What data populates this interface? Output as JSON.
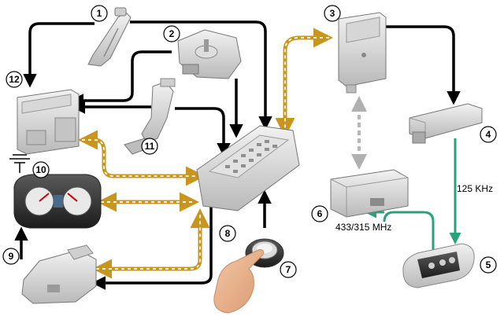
{
  "components": [
    {
      "id": "1",
      "name": "accelerator-pedal"
    },
    {
      "id": "2",
      "name": "actuator-motor"
    },
    {
      "id": "3",
      "name": "control-module-top-right"
    },
    {
      "id": "4",
      "name": "antenna-module"
    },
    {
      "id": "5",
      "name": "smart-key-fob"
    },
    {
      "id": "6",
      "name": "receiver-module"
    },
    {
      "id": "7",
      "name": "start-stop-button"
    },
    {
      "id": "8",
      "name": "central-junction-box"
    },
    {
      "id": "9",
      "name": "steering-column-lock"
    },
    {
      "id": "10",
      "name": "instrument-cluster"
    },
    {
      "id": "11",
      "name": "brake-pedal"
    },
    {
      "id": "12",
      "name": "engine-control-module"
    }
  ],
  "frequency_labels": {
    "antenna_link": "125 KHz",
    "fob_link": "433/315 MHz"
  },
  "colors": {
    "hardwired": "#000000",
    "can_bus": "#c8951e",
    "lin_bus": "#b8b8b8",
    "wireless": "#2aa27a"
  }
}
